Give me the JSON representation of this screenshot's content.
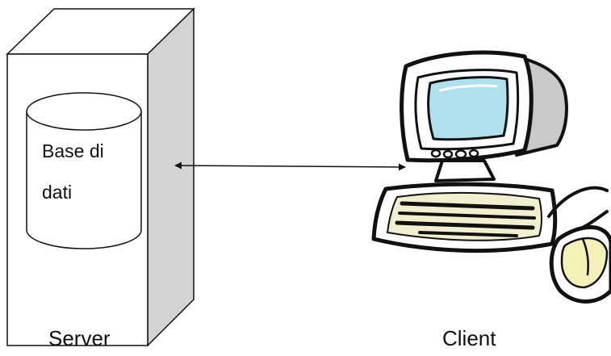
{
  "server": {
    "label": "Server",
    "database_label_line1": "Base di",
    "database_label_line2": "dati"
  },
  "client": {
    "label": "Client"
  },
  "connection": {
    "type": "bidirectional-arrow"
  },
  "colors": {
    "server_front": "#ffffff",
    "server_side": "#d3d3d3",
    "outline": "#111111",
    "screen": "#aee0ee",
    "keyboard": "#f2efcf",
    "mouse": "#f4f0b8",
    "monitor_side": "#c9c9c9"
  }
}
